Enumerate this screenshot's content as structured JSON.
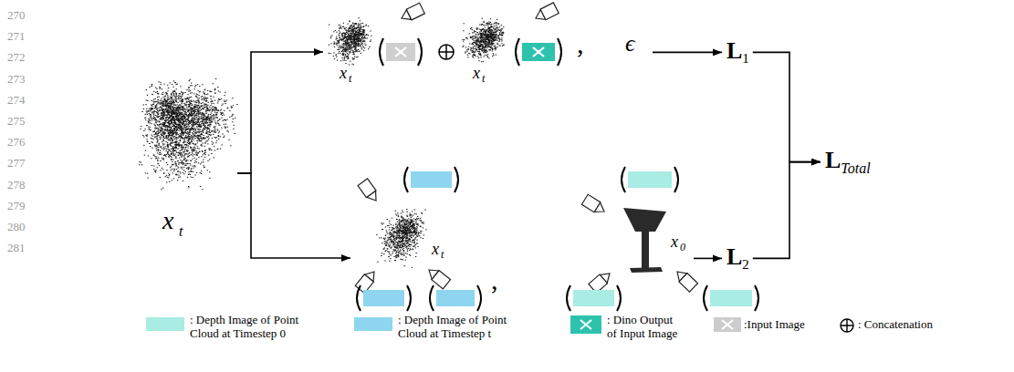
{
  "diagram": {
    "nodes": [
      {
        "text": [
          "x",
          "t"
        ]
      },
      {
        "text": [
          "x",
          "t",
          "x",
          "t",
          ",",
          "ϵ"
        ]
      },
      {
        "text": [
          "x",
          "t",
          ",",
          "x",
          "0"
        ]
      },
      {
        "text": [
          "L",
          "1"
        ]
      },
      {
        "text": [
          "L",
          "2"
        ]
      },
      {
        "text": [
          "L",
          "Total"
        ]
      }
    ],
    "edges": [
      {
        "from": 0,
        "to": 1,
        "arrow": "to"
      },
      {
        "from": 0,
        "to": 2,
        "arrow": "to"
      },
      {
        "from": 1,
        "to": 3,
        "arrow": "to"
      },
      {
        "from": 2,
        "to": 4,
        "arrow": "to"
      },
      {
        "from": 3,
        "to": 5,
        "arrow": "to"
      },
      {
        "from": 4,
        "to": 5,
        "arrow": "to"
      }
    ],
    "labels": [
      "270",
      "271",
      "272",
      "273",
      "274",
      "275",
      "276",
      "277",
      "278",
      "279",
      "280",
      "281"
    ],
    "legend": [
      {
        "text": ": Depth Image of Point Cloud at Timestep 0",
        "color": "#a8ece4"
      },
      {
        "text": ": Depth Image of Point Cloud at Timestep t",
        "color": "#8ed6f0"
      },
      {
        "text": ": Dino Output of Input Image",
        "color": "#2ec2ad"
      },
      {
        "text": ":Input Image",
        "color": "#cccccc"
      },
      {
        "text": ": Concatenation"
      }
    ]
  }
}
